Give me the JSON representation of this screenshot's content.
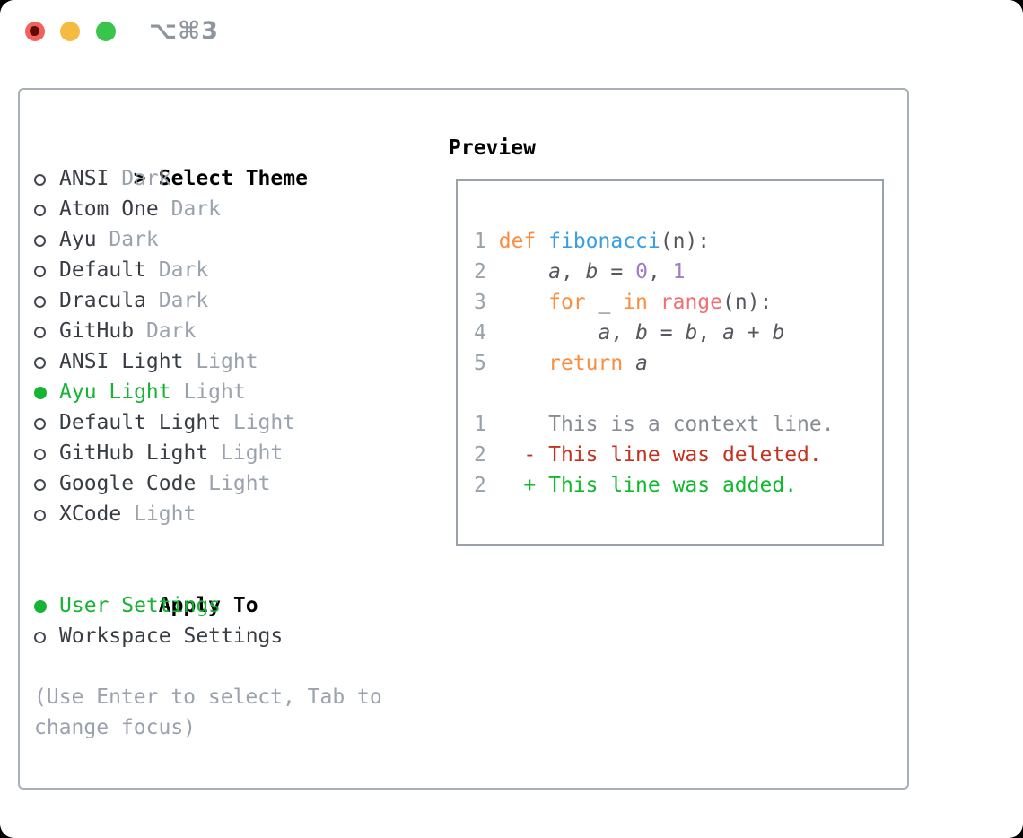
{
  "titlebar": {
    "shortcut": "⌥⌘3"
  },
  "theme_list": {
    "prompt": ">",
    "header": "Select Theme",
    "items": [
      {
        "name": "ANSI",
        "variant": "Dark",
        "selected": false
      },
      {
        "name": "Atom One",
        "variant": "Dark",
        "selected": false
      },
      {
        "name": "Ayu",
        "variant": "Dark",
        "selected": false
      },
      {
        "name": "Default",
        "variant": "Dark",
        "selected": false
      },
      {
        "name": "Dracula",
        "variant": "Dark",
        "selected": false
      },
      {
        "name": "GitHub",
        "variant": "Dark",
        "selected": false
      },
      {
        "name": "ANSI Light",
        "variant": "Light",
        "selected": false
      },
      {
        "name": "Ayu Light",
        "variant": "Light",
        "selected": true
      },
      {
        "name": "Default Light",
        "variant": "Light",
        "selected": false
      },
      {
        "name": "GitHub Light",
        "variant": "Light",
        "selected": false
      },
      {
        "name": "Google Code",
        "variant": "Light",
        "selected": false
      },
      {
        "name": "XCode",
        "variant": "Light",
        "selected": false
      }
    ]
  },
  "apply_to": {
    "header": "Apply To",
    "options": [
      {
        "label": "User Settings",
        "selected": true
      },
      {
        "label": "Workspace Settings",
        "selected": false
      }
    ]
  },
  "hint": {
    "line1": "(Use Enter to select, Tab to",
    "line2": "change focus)"
  },
  "preview": {
    "header": "Preview",
    "code_lines": [
      {
        "num": "1",
        "tokens": [
          [
            "def",
            "kw"
          ],
          [
            " ",
            "pl"
          ],
          [
            "fibonacci",
            "fn"
          ],
          [
            "(n):",
            "pl"
          ]
        ]
      },
      {
        "num": "2",
        "tokens": [
          [
            "    ",
            "pl"
          ],
          [
            "a",
            "var"
          ],
          [
            ", ",
            "pl"
          ],
          [
            "b",
            "var"
          ],
          [
            " = ",
            "pl"
          ],
          [
            "0",
            "num"
          ],
          [
            ", ",
            "pl"
          ],
          [
            "1",
            "num"
          ]
        ]
      },
      {
        "num": "3",
        "tokens": [
          [
            "    ",
            "pl"
          ],
          [
            "for",
            "kw"
          ],
          [
            " _ ",
            "pl"
          ],
          [
            "in",
            "kw"
          ],
          [
            " ",
            "pl"
          ],
          [
            "range",
            "sp"
          ],
          [
            "(n):",
            "pl"
          ]
        ]
      },
      {
        "num": "4",
        "tokens": [
          [
            "        ",
            "pl"
          ],
          [
            "a",
            "var"
          ],
          [
            ", ",
            "pl"
          ],
          [
            "b",
            "var"
          ],
          [
            " = ",
            "pl"
          ],
          [
            "b",
            "var"
          ],
          [
            ", ",
            "pl"
          ],
          [
            "a",
            "var"
          ],
          [
            " + ",
            "pl"
          ],
          [
            "b",
            "var"
          ]
        ]
      },
      {
        "num": "5",
        "tokens": [
          [
            "    ",
            "pl"
          ],
          [
            "return",
            "kw"
          ],
          [
            " ",
            "pl"
          ],
          [
            "a",
            "var"
          ]
        ]
      }
    ],
    "diff_lines": [
      {
        "num": "1",
        "marker": "",
        "text": "This is a context line.",
        "type": "ctx"
      },
      {
        "num": "2",
        "marker": "-",
        "text": "This line was deleted.",
        "type": "del"
      },
      {
        "num": "2",
        "marker": "+",
        "text": "This line was added.",
        "type": "add"
      }
    ]
  },
  "colors": {
    "green": "#17b334",
    "dark_text": "#383d44",
    "suffix_gray": "#9aa2ad",
    "hint_gray": "#9aa2ad",
    "ring": "#45494f",
    "panel_border": "#a9b0ba",
    "box_border": "#9aa1ab",
    "line_number": "#99a1aa",
    "keyword": "#fa8d3e",
    "function": "#399ee6",
    "number_literal": "#a37acc",
    "range_special": "#f07171",
    "code_plain": "#55595f",
    "diff_deleted": "#c5311f",
    "diff_added": "#10b92d",
    "diff_context": "#878c93",
    "traffic_red": "#f2615a",
    "traffic_red_dot": "#5c0d08",
    "traffic_yellow": "#f5bb40",
    "traffic_green": "#37c54b",
    "shortcut_gray": "#8e959e"
  }
}
